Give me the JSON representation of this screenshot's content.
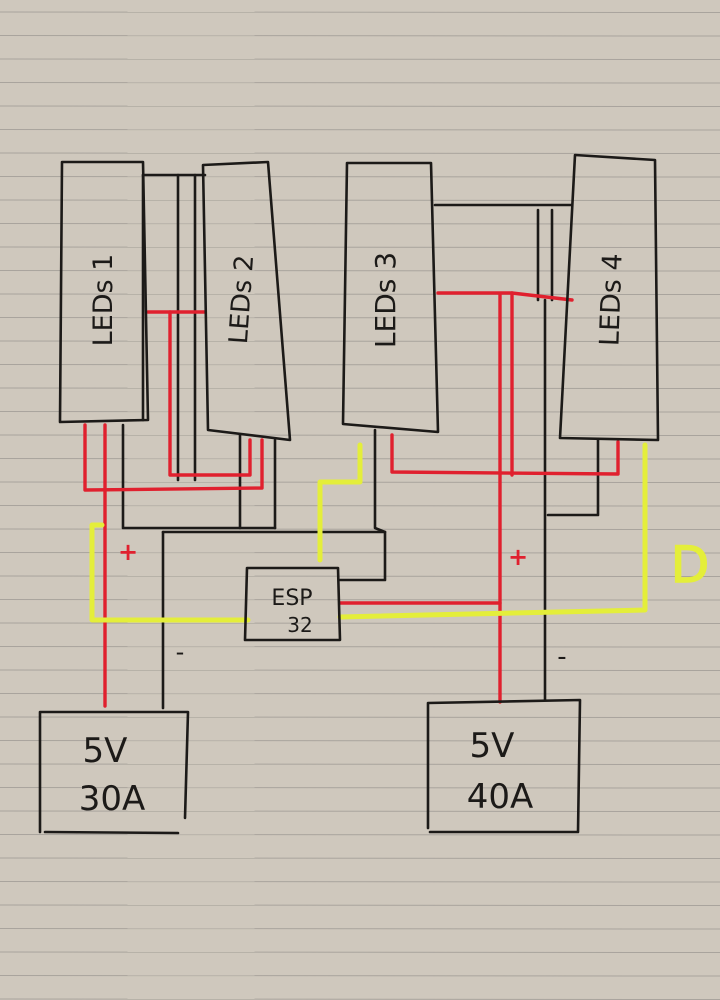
{
  "colors": {
    "paper": "#cfc8bd",
    "rule_line": "#a9a49d",
    "ink": "#1c1a18",
    "positive_wire": "#e0202e",
    "data_wire": "#e4ee3a"
  },
  "led_strips": [
    {
      "label": "LEDs 1"
    },
    {
      "label": "LEDs 2"
    },
    {
      "label": "LEDs 3"
    },
    {
      "label": "LEDs 4"
    }
  ],
  "controller": {
    "label_line1": "ESP",
    "label_line2": "32"
  },
  "power_supplies": [
    {
      "voltage": "5V",
      "current": "30A"
    },
    {
      "voltage": "5V",
      "current": "40A"
    }
  ],
  "markers": {
    "plus": "+",
    "minus": "-",
    "data": "D"
  }
}
